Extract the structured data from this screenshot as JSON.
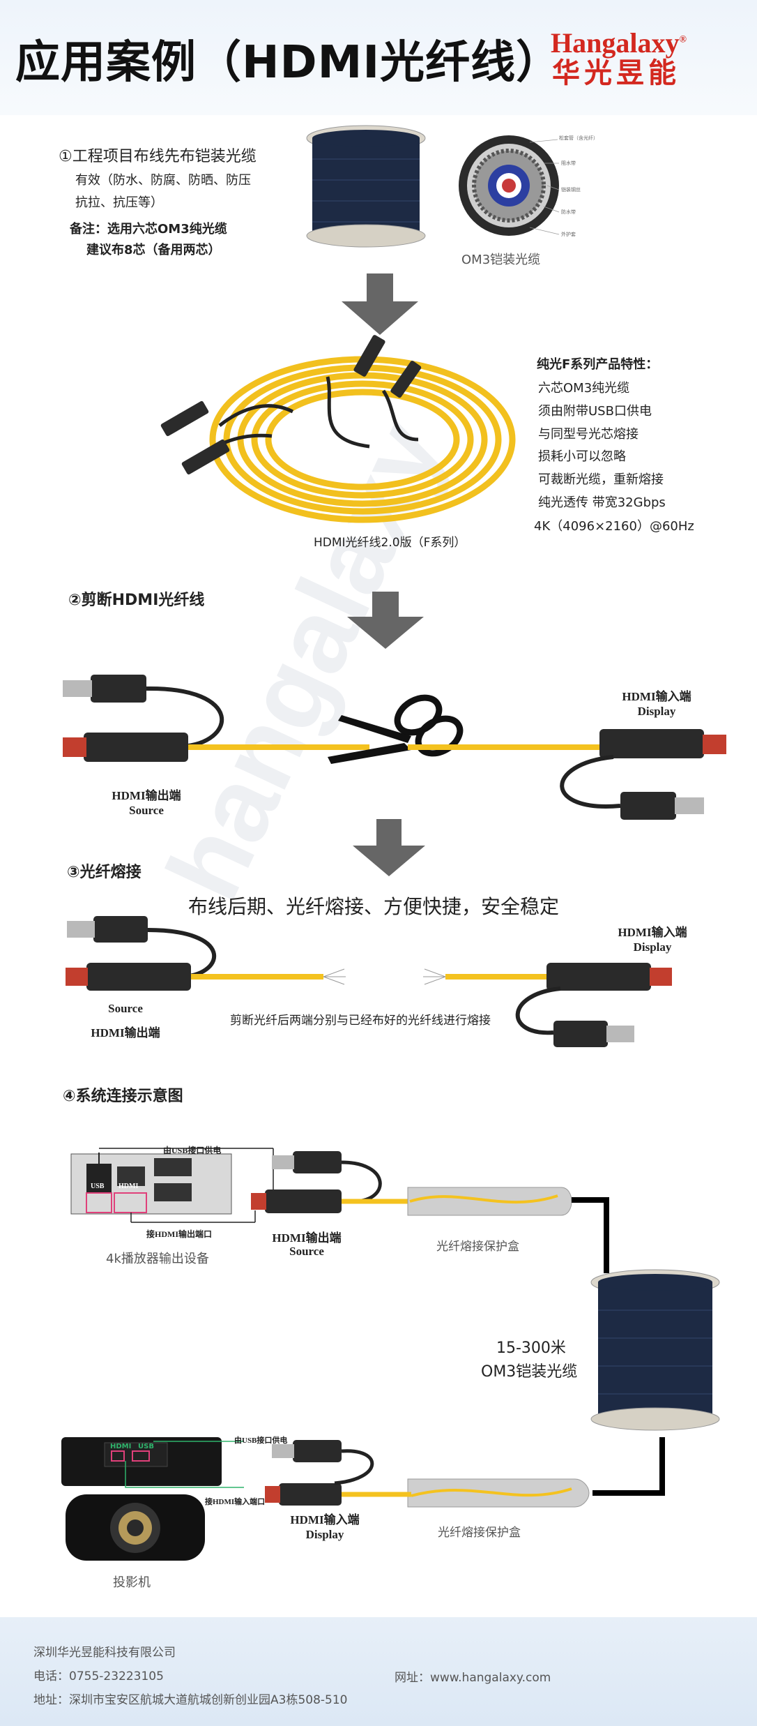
{
  "header": {
    "title": "应用案例（HDMI光纤线）",
    "brand_en": "Hangalaxy",
    "brand_mark": "®",
    "brand_cn": "华光昱能"
  },
  "watermark": "hangalaxy",
  "section1": {
    "heading": "①工程项目布线先布铠装光缆",
    "line1": "有效（防水、防腐、防晒、防压",
    "line2": "抗拉、抗压等）",
    "note1": "备注：选用六芯OM3纯光缆",
    "note2": "建议布8芯（备用两芯）",
    "cable_caption": "OM3铠装光缆",
    "cross_labels": [
      "松套管（含光纤）",
      "阻水带",
      "铠装钢丝",
      "防水带",
      "外护套"
    ],
    "product_caption": "HDMI光纤线2.0版（F系列）",
    "features_title": "纯光F系列产品特性：",
    "features": [
      "六芯OM3纯光缆",
      "须由附带USB口供电",
      "与同型号光芯熔接",
      "损耗小可以忽略",
      "可裁断光缆，重新熔接",
      "纯光透传    带宽32Gbps",
      "4K（4096×2160）@60Hz"
    ]
  },
  "section2": {
    "heading": "②剪断HDMI光纤线",
    "out_label1": "HDMI输出端",
    "out_label2": "Source",
    "in_label1": "HDMI输入端",
    "in_label2": "Display"
  },
  "section3": {
    "heading": "③光纤熔接",
    "slogan": "布线后期、光纤熔接、方便快捷，安全稳定",
    "out_label1": "Source",
    "out_label2": "HDMI输出端",
    "in_label1": "HDMI输入端",
    "in_label2": "Display",
    "note": "剪断光纤后两端分别与已经布好的光纤线进行熔接"
  },
  "section4": {
    "heading": "④系统连接示意图",
    "usb_power_label": "由USB接口供电",
    "usb_port": "USB",
    "hdmi_port": "HDMI",
    "hdmi_out_port": "接HDMI输出端口",
    "player_caption": "4k播放器输出设备",
    "source_label1": "HDMI输出端",
    "source_label2": "Source",
    "splice_box1": "光纤熔接保护盒",
    "cable_spec1": "15-300米",
    "cable_spec2": "OM3铠装光缆",
    "proj_usb_power": "由USB接口供电",
    "proj_hdmi_port": "接HDMI输入端口",
    "proj_port_hdmi": "HDMI",
    "proj_port_usb": "USB",
    "display_label1": "HDMI输入端",
    "display_label2": "Display",
    "splice_box2": "光纤熔接保护盒",
    "projector_caption": "投影机"
  },
  "footer": {
    "company": "深圳华光昱能科技有限公司",
    "phone": "电话：0755-23223105",
    "address": "地址：深圳市宝安区航城大道航城创新创业园A3栋508-510",
    "website": "网址：www.hangalaxy.com"
  },
  "colors": {
    "brand_red": "#d3281f",
    "fiber_yellow": "#f4c21f",
    "arrow_gray": "#666666",
    "highlight_pink": "#e0407a",
    "link_green": "#2fb36b"
  }
}
